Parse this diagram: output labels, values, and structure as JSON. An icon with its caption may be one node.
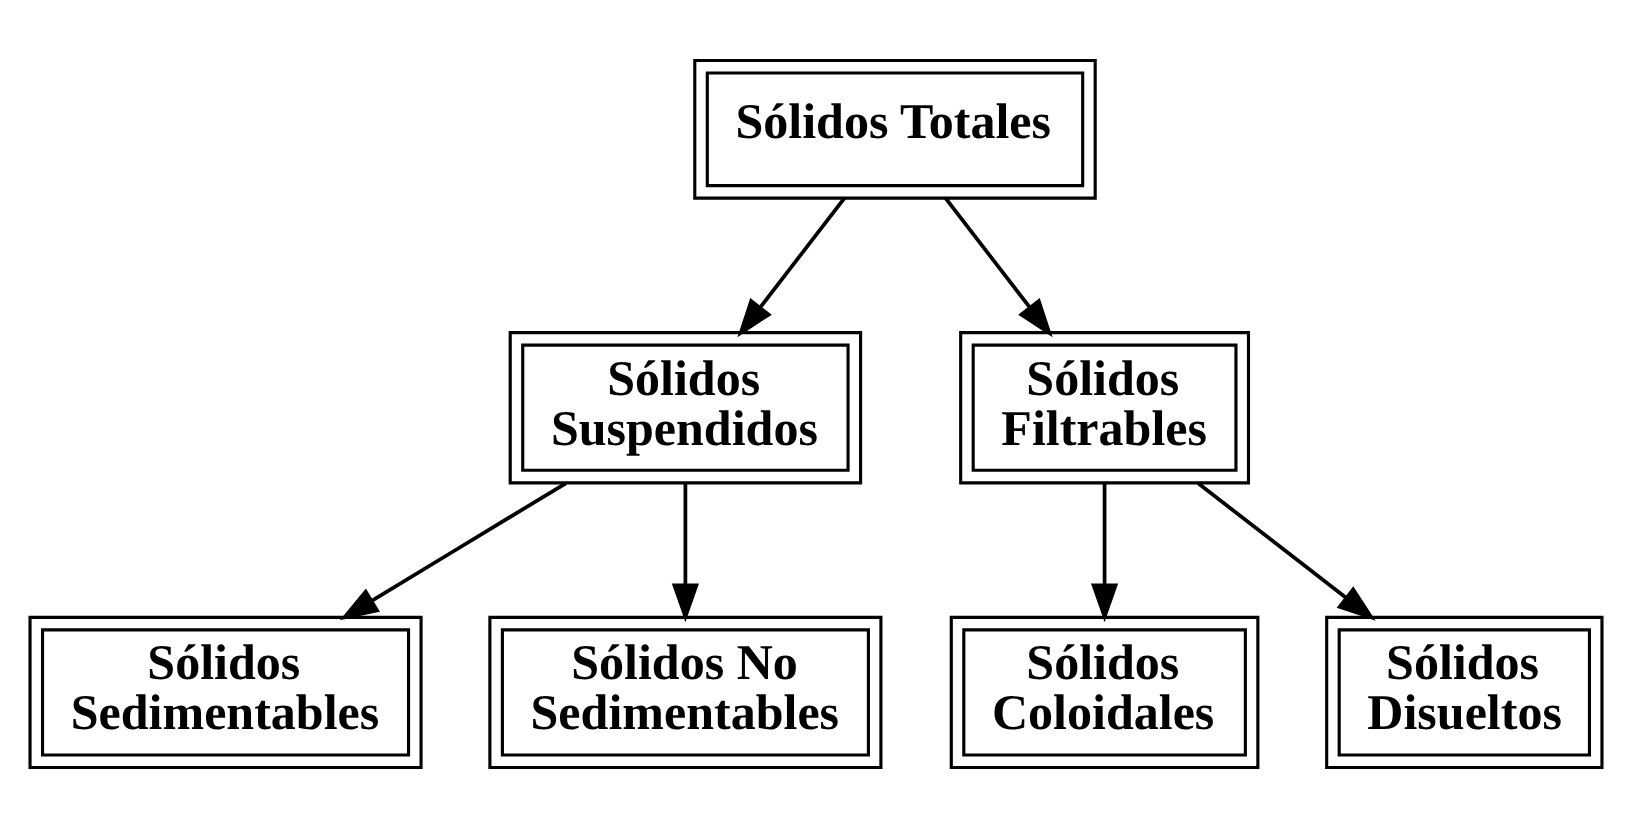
{
  "diagram": {
    "nodes": [
      {
        "text": [
          "Sólidos Totales"
        ]
      },
      {
        "text": [
          "Sólidos Suspendidos"
        ]
      },
      {
        "text": [
          "Sólidos Filtrables"
        ]
      },
      {
        "text": [
          "Sólidos Sedimentables"
        ]
      },
      {
        "text": [
          "Sólidos No Sedimentables"
        ]
      },
      {
        "text": [
          "Sólidos Coloidales"
        ]
      },
      {
        "text": [
          "Sólidos Disueltos"
        ]
      }
    ],
    "edges": [
      {
        "from": 0,
        "to": 1,
        "arrow": "to"
      },
      {
        "from": 0,
        "to": 2,
        "arrow": "to"
      },
      {
        "from": 1,
        "to": 3,
        "arrow": "to"
      },
      {
        "from": 1,
        "to": 4,
        "arrow": "to"
      },
      {
        "from": 2,
        "to": 5,
        "arrow": "to"
      },
      {
        "from": 2,
        "to": 6,
        "arrow": "to"
      }
    ]
  }
}
